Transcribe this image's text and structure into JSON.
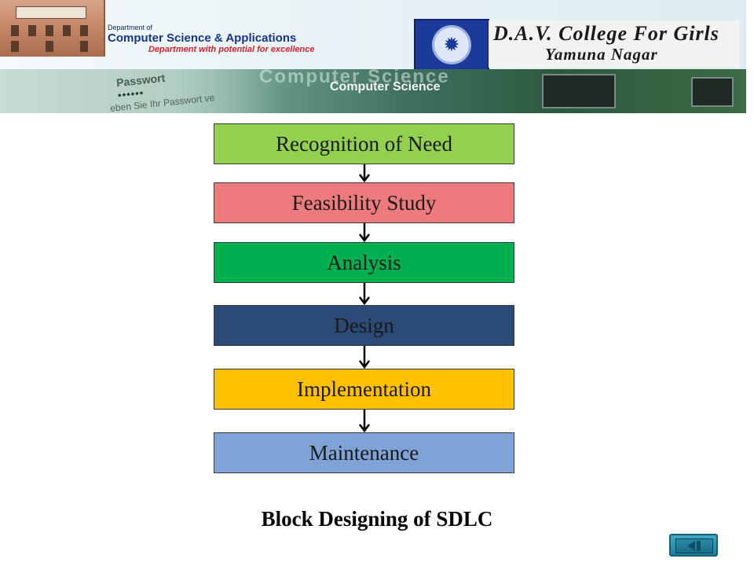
{
  "header": {
    "dept_small": "Department of",
    "dept_name": "Computer Science & Applications",
    "dept_tagline": "Department with potential for excellence",
    "college_name": "D.A.V. College For Girls",
    "college_city": "Yamuna Nagar",
    "banner_password_word": "Passwort",
    "banner_password_dots": "••••••",
    "banner_password_hint": "eben Sie Ihr Passwort ve",
    "banner_ghost_text": "Computer Science",
    "banner_label": "Computer Science"
  },
  "diagram": {
    "stages": [
      {
        "label": "Recognition of Need",
        "color": "#92d050"
      },
      {
        "label": "Feasibility Study",
        "color": "#ed7a7d"
      },
      {
        "label": "Analysis",
        "color": "#00b050"
      },
      {
        "label": "Design",
        "color": "#2b4a76"
      },
      {
        "label": "Implementation",
        "color": "#ffc000"
      },
      {
        "label": "Maintenance",
        "color": "#7fa3d7"
      }
    ],
    "caption": "Block Designing of SDLC"
  },
  "navigation": {
    "back_icon": "back-arrow-icon"
  }
}
